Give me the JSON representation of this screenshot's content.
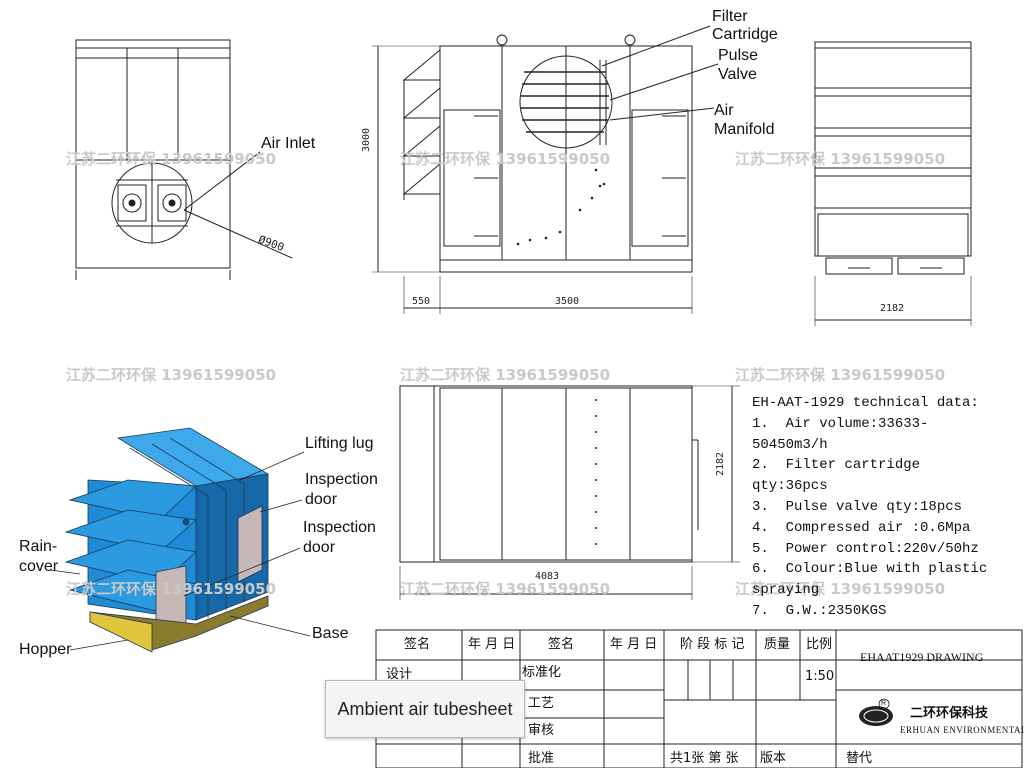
{
  "callouts": {
    "filter_cartridge": "Filter Cartridge",
    "pulse_valve": "Pulse Valve",
    "air_manifold": "Air Manifold",
    "air_inlet": "Air Inlet",
    "lifting_lug": "Lifting lug",
    "inspection_door_1": "Inspection door",
    "inspection_door_2": "Inspection door",
    "rain_cover": "Rain-cover",
    "hopper": "Hopper",
    "base": "Base"
  },
  "dimensions": {
    "height": "3000",
    "inlet_diameter": "Ø900",
    "hopper_length": "550",
    "body_length": "3500",
    "side_width": "2182",
    "plan_width": "2182",
    "plan_length": "4083"
  },
  "watermark": "江苏二环环保 13961599050",
  "technical_data": {
    "title": "EH-AAT-1929 technical data:",
    "lines": [
      "1.  Air volume:33633-50450m3/h",
      "2.  Filter cartridge qty:36pcs",
      "3.  Pulse valve qty:18pcs",
      "4.  Compressed air :0.6Mpa",
      "5.  Power control:220v/50hz",
      "6.  Colour:Blue with plastic spraying",
      "7.  G.W.:2350KGS"
    ]
  },
  "title_block": {
    "header": [
      "签名",
      "年 月 日",
      "签名",
      "年 月 日",
      "阶 段 标 记",
      "质量",
      "比例"
    ],
    "rows": [
      "设计",
      "标准化",
      "工艺",
      "审核",
      "批准"
    ],
    "scale": "1:50",
    "drawing_name": "EHAAT1929 DRAWING",
    "sheets": "共1张  第 张",
    "version": "版本",
    "replace": "替代",
    "company_cn": "二环环保科技",
    "company_en": "ERHUAN ENVIRONMENTAL",
    "logo_mark": "R"
  },
  "tooltip": "Ambient air tubesheet",
  "colors": {
    "machine_blue": "#1f8ad6",
    "machine_top": "#3da8ea",
    "door": "#c8b7b7",
    "base": "#8a7a2c",
    "line": "#222222",
    "watermark": "#c9c9c9"
  }
}
